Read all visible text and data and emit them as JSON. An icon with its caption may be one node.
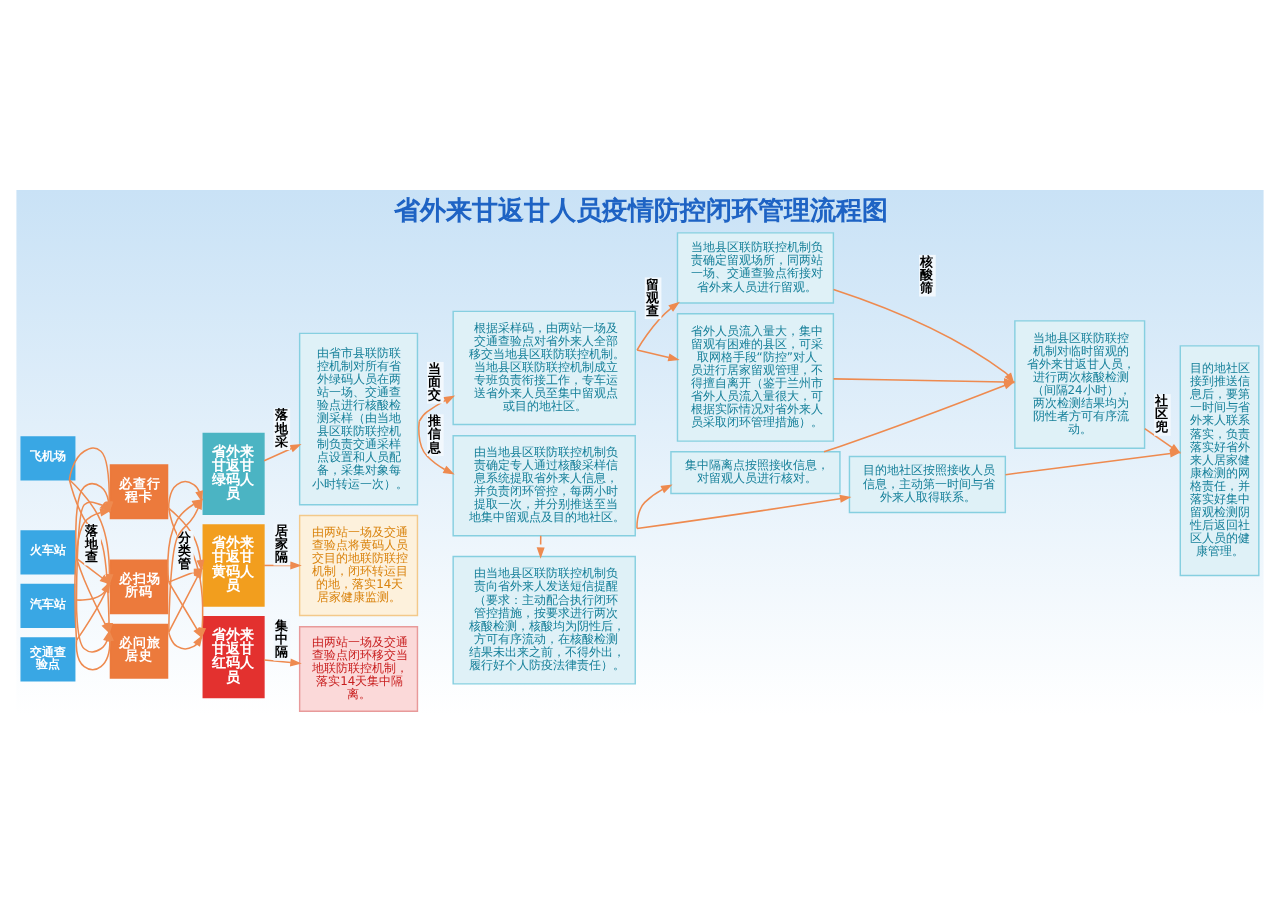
{
  "diagram": {
    "title": "省外来甘返甘人员疫情防控闭环管理流程图",
    "nodes": [
      {
        "text": [
          "飞机场"
        ]
      },
      {
        "text": [
          "火车站"
        ]
      },
      {
        "text": [
          "汽车站"
        ]
      },
      {
        "text": [
          "交通查验点"
        ]
      },
      {
        "text": [
          "必查行程卡"
        ]
      },
      {
        "text": [
          "必扫场所码"
        ]
      },
      {
        "text": [
          "必问旅居史"
        ]
      },
      {
        "text": [
          "省外来甘返甘绿码人员"
        ]
      },
      {
        "text": [
          "由省市县联防联控机制对所有省外绿码人员在两站一场、交通查验点进行核酸检测采样（由当地县区联防联控机制负责交通采样点设置和人员配备，采集对象每小时转运一次）。"
        ]
      },
      {
        "text": [
          "根据采样码，由两站一场及交通查验点对省外来人全部移交当地县区联防联控机制。当地县区联防联控机制成立专班负责衔接工作，专车运送省外来人员至集中留观点或目的地社区。"
        ]
      },
      {
        "text": [
          "当地县区联防联控机制负责确定留观场所，同两站一场、交通查验点衔接对省外来人员进行留观。"
        ]
      },
      {
        "text": [
          "省外人员流入量大，集中留观有困难的县区，可采取网格手段“防控”对人员进行居家留观管理，不得擅自离开（鉴于兰州市省外人员流入量很大，可根据实际情况对省外来人员采取闭环管理措施）。"
        ]
      },
      {
        "text": [
          "当地县区联防联控机制对临时留观的省外来甘返甘人员，进行两次核酸检测（间隔24小时），两次检测结果均为阴性者方可有序流动。"
        ]
      },
      {
        "text": [
          "由当地县区联防联控机制负责确定专人通过核酸采样信息系统提取省外来人信息，并负责闭环管控，每两小时提取一次，并分别推送至当地集中留观点及目的地社区。"
        ]
      },
      {
        "text": [
          "由当地县区联防联控机制负责向省外来人发送短信提醒（要求：主动配合执行闭环管控措施，按要求进行两次核酸检测，核酸均为阴性后，方可有序流动，在核酸检测结果未出来之前，不得外出，履行好个人防疫法律责任）。"
        ]
      },
      {
        "text": [
          "集中隔离点按照接收信息，对留观人员进行核对。"
        ]
      },
      {
        "text": [
          "目的地社区接到推送信息后，要第一时间与省外来人联系落实，负责落实好省外来人居家健康检测的网格责任，并落实好集中留观检测阴性后返回社区人员的健康管理。"
        ]
      },
      {
        "text": [
          "目的地社区按照接收人员信息，主动第一时间与省外来人取得联系。"
        ]
      },
      {
        "text": [
          "省外来甘返甘黄码人员"
        ]
      },
      {
        "text": [
          "由两站一场及交通查验点将黄码人员交目的地联防联控机制，闭环转运目的地，落实14天居家健康监测。"
        ]
      },
      {
        "text": [
          "省外来甘返甘红码人员"
        ]
      },
      {
        "text": [
          "由两站一场及交通查验点闭环移交当地联防联控机制，落实14天集中隔离。"
        ]
      }
    ],
    "edges": [
      {
        "from": 0,
        "to": 4,
        "arrow": "to"
      },
      {
        "from": 0,
        "to": 5,
        "arrow": "to"
      },
      {
        "from": 0,
        "to": 6,
        "arrow": "to"
      },
      {
        "from": 1,
        "to": 4,
        "arrow": "to"
      },
      {
        "from": 1,
        "to": 5,
        "arrow": "to",
        "label": "落地查"
      },
      {
        "from": 1,
        "to": 6,
        "arrow": "to"
      },
      {
        "from": 2,
        "to": 4,
        "arrow": "to"
      },
      {
        "from": 2,
        "to": 5,
        "arrow": "to"
      },
      {
        "from": 2,
        "to": 6,
        "arrow": "to"
      },
      {
        "from": 3,
        "to": 4,
        "arrow": "to"
      },
      {
        "from": 3,
        "to": 5,
        "arrow": "to"
      },
      {
        "from": 3,
        "to": 6,
        "arrow": "to"
      },
      {
        "from": 4,
        "to": 7,
        "arrow": "to"
      },
      {
        "from": 4,
        "to": 18,
        "arrow": "to"
      },
      {
        "from": 4,
        "to": 20,
        "arrow": "to"
      },
      {
        "from": 5,
        "to": 7,
        "arrow": "to"
      },
      {
        "from": 5,
        "to": 18,
        "arrow": "to",
        "label": "分类管"
      },
      {
        "from": 5,
        "to": 20,
        "arrow": "to"
      },
      {
        "from": 6,
        "to": 7,
        "arrow": "to"
      },
      {
        "from": 6,
        "to": 18,
        "arrow": "to"
      },
      {
        "from": 6,
        "to": 20,
        "arrow": "to"
      },
      {
        "from": 7,
        "to": 8,
        "arrow": "to",
        "label": "落地采"
      },
      {
        "from": 8,
        "to": 9,
        "arrow": "to",
        "label": "当面交"
      },
      {
        "from": 8,
        "to": 13,
        "arrow": "to",
        "label": "推信息"
      },
      {
        "from": 9,
        "to": 10,
        "arrow": "to",
        "label": "留观查"
      },
      {
        "from": 9,
        "to": 11,
        "arrow": "to"
      },
      {
        "from": 10,
        "to": 12,
        "arrow": "to",
        "label": "核酸筛"
      },
      {
        "from": 11,
        "to": 12,
        "arrow": "to"
      },
      {
        "from": 13,
        "to": 14,
        "arrow": "to"
      },
      {
        "from": 13,
        "to": 15,
        "arrow": "to"
      },
      {
        "from": 13,
        "to": 17,
        "arrow": "to"
      },
      {
        "from": 15,
        "to": 12,
        "arrow": "to"
      },
      {
        "from": 12,
        "to": 16,
        "arrow": "to",
        "label": "社区兜"
      },
      {
        "from": 17,
        "to": 16,
        "arrow": "to"
      },
      {
        "from": 18,
        "to": 19,
        "arrow": "to",
        "label": "居家隔"
      },
      {
        "from": 20,
        "to": 21,
        "arrow": "to",
        "label": "集中隔"
      }
    ]
  }
}
